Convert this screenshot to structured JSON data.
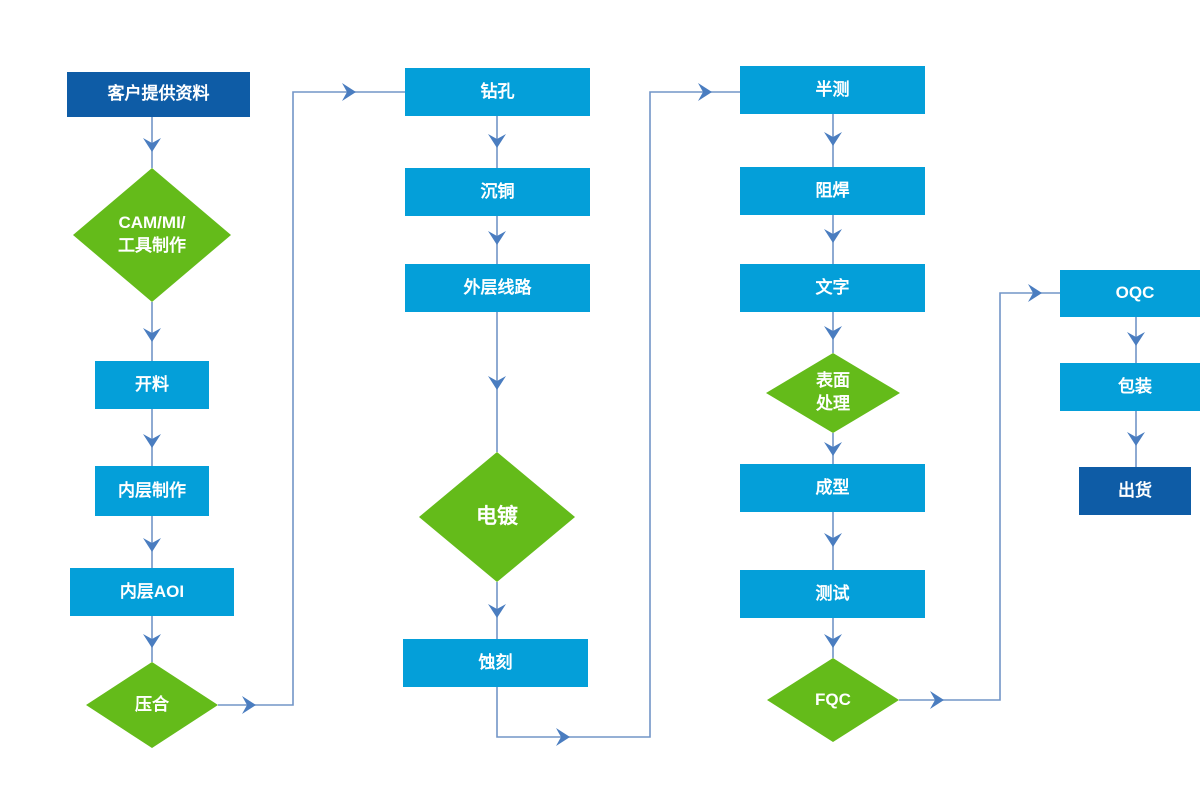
{
  "colors": {
    "process_box": "#049fd9",
    "terminal_box": "#0e5ca6",
    "decision_diamond": "#64bb1a",
    "connector_line": "#7295c7",
    "arrow_head": "#4a7dc0",
    "node_text": "#ffffff"
  },
  "nodes": {
    "customer_data": {
      "label": "客户提供资料",
      "type": "terminal"
    },
    "cam_mi_tooling": {
      "label": "CAM/MI/\n工具制作",
      "type": "decision"
    },
    "cutting": {
      "label": "开料",
      "type": "process"
    },
    "inner_layer": {
      "label": "内层制作",
      "type": "process"
    },
    "inner_aoi": {
      "label": "内层AOI",
      "type": "process"
    },
    "lamination": {
      "label": "压合",
      "type": "decision"
    },
    "drilling": {
      "label": "钻孔",
      "type": "process"
    },
    "copper_deposition": {
      "label": "沉铜",
      "type": "process"
    },
    "outer_circuit": {
      "label": "外层线路",
      "type": "process"
    },
    "plating": {
      "label": "电镀",
      "type": "decision"
    },
    "etching": {
      "label": "蚀刻",
      "type": "process"
    },
    "half_test": {
      "label": "半测",
      "type": "process"
    },
    "solder_mask": {
      "label": "阻焊",
      "type": "process"
    },
    "silkscreen": {
      "label": "文字",
      "type": "process"
    },
    "surface_finish": {
      "label": "表面\n处理",
      "type": "decision"
    },
    "forming": {
      "label": "成型",
      "type": "process"
    },
    "testing": {
      "label": "测试",
      "type": "process"
    },
    "fqc": {
      "label": "FQC",
      "type": "decision"
    },
    "oqc": {
      "label": "OQC",
      "type": "process"
    },
    "packing": {
      "label": "包装",
      "type": "process"
    },
    "shipment": {
      "label": "出货",
      "type": "terminal"
    }
  },
  "edges": [
    {
      "from": "customer_data",
      "to": "cam_mi_tooling"
    },
    {
      "from": "cam_mi_tooling",
      "to": "cutting"
    },
    {
      "from": "cutting",
      "to": "inner_layer"
    },
    {
      "from": "inner_layer",
      "to": "inner_aoi"
    },
    {
      "from": "inner_aoi",
      "to": "lamination"
    },
    {
      "from": "lamination",
      "to": "drilling"
    },
    {
      "from": "drilling",
      "to": "copper_deposition"
    },
    {
      "from": "copper_deposition",
      "to": "outer_circuit"
    },
    {
      "from": "outer_circuit",
      "to": "plating"
    },
    {
      "from": "plating",
      "to": "etching"
    },
    {
      "from": "etching",
      "to": "half_test"
    },
    {
      "from": "half_test",
      "to": "solder_mask"
    },
    {
      "from": "solder_mask",
      "to": "silkscreen"
    },
    {
      "from": "silkscreen",
      "to": "surface_finish"
    },
    {
      "from": "surface_finish",
      "to": "forming"
    },
    {
      "from": "forming",
      "to": "testing"
    },
    {
      "from": "testing",
      "to": "fqc"
    },
    {
      "from": "fqc",
      "to": "oqc"
    },
    {
      "from": "oqc",
      "to": "packing"
    },
    {
      "from": "packing",
      "to": "shipment"
    }
  ]
}
